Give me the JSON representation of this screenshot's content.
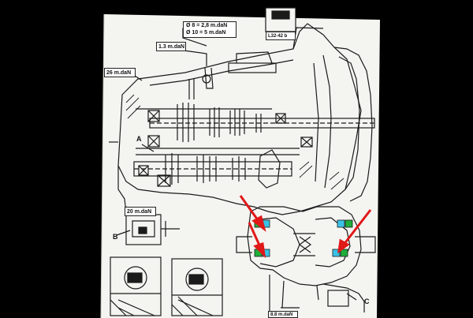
{
  "diagram": {
    "torque_labels": {
      "top_box_line1": "Ø  8 = 2,8 m.daN",
      "top_box_line2": "Ø 10 = 5    m.daN",
      "screw": "1.3 m.daN",
      "left": "26 m.daN",
      "lower_left": "20 m.daN",
      "pinion": "8.8 m.daN"
    },
    "reference_label": "L32-42 b",
    "callouts": {
      "a": "A",
      "b": "B",
      "c": "C"
    },
    "colors": {
      "background": "#000000",
      "paper": "#f4f4f1",
      "line": "#1b1b1b",
      "arrow": "#e01818",
      "bearing_marker_green": "#1fae3a",
      "bearing_marker_cyan": "#39c3e8"
    },
    "annotations": [
      {
        "kind": "arrow",
        "color_ref": "arrow",
        "target": "left differential bearing"
      },
      {
        "kind": "arrow",
        "color_ref": "arrow",
        "target": "lower left differential bearing"
      },
      {
        "kind": "arrow",
        "color_ref": "arrow",
        "target": "right differential bearing"
      }
    ]
  }
}
